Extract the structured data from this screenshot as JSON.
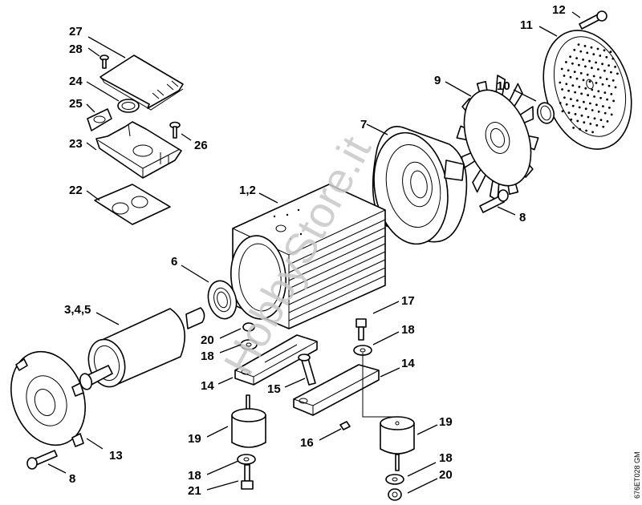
{
  "diagram": {
    "title": "Electric motor exploded parts view",
    "figure_code": "676ET028 GM",
    "watermark": "HobbyStore.it",
    "colors": {
      "line": "#000000",
      "background": "#ffffff",
      "watermark": "#c8c8c8"
    },
    "callouts": [
      {
        "id": "c27",
        "label": "27",
        "part": "terminal-box-cover"
      },
      {
        "id": "c28",
        "label": "28",
        "part": "cover-screw"
      },
      {
        "id": "c24",
        "label": "24",
        "part": "seal-ring"
      },
      {
        "id": "c25",
        "label": "25",
        "part": "terminal-block"
      },
      {
        "id": "c23",
        "label": "23",
        "part": "terminal-box"
      },
      {
        "id": "c26",
        "label": "26",
        "part": "box-screw"
      },
      {
        "id": "c22",
        "label": "22",
        "part": "box-gasket"
      },
      {
        "id": "c12",
        "label": "12",
        "part": "fan-cover-screw"
      },
      {
        "id": "c11",
        "label": "11",
        "part": "fan-cover"
      },
      {
        "id": "c9",
        "label": "9",
        "part": "fan"
      },
      {
        "id": "c10",
        "label": "10",
        "part": "circlip"
      },
      {
        "id": "c7",
        "label": "7",
        "part": "end-shield-rear"
      },
      {
        "id": "c8a",
        "label": "8",
        "part": "end-shield-screw-rear"
      },
      {
        "id": "c12b",
        "label": "1,2",
        "part": "stator-housing"
      },
      {
        "id": "c6",
        "label": "6",
        "part": "ball-bearing"
      },
      {
        "id": "c345",
        "label": "3,4,5",
        "part": "rotor"
      },
      {
        "id": "c13",
        "label": "13",
        "part": "end-shield-front"
      },
      {
        "id": "c8b",
        "label": "8",
        "part": "end-shield-screw-front"
      },
      {
        "id": "c20a",
        "label": "20",
        "part": "nut-upper"
      },
      {
        "id": "c18a",
        "label": "18",
        "part": "washer-upper-left"
      },
      {
        "id": "c14a",
        "label": "14",
        "part": "foot-left"
      },
      {
        "id": "c15",
        "label": "15",
        "part": "foot-bolt"
      },
      {
        "id": "c17",
        "label": "17",
        "part": "hex-bolt"
      },
      {
        "id": "c18b",
        "label": "18",
        "part": "washer-upper-right"
      },
      {
        "id": "c14b",
        "label": "14",
        "part": "foot-right"
      },
      {
        "id": "c16",
        "label": "16",
        "part": "spacer"
      },
      {
        "id": "c19a",
        "label": "19",
        "part": "vibration-mount-left"
      },
      {
        "id": "c18c",
        "label": "18",
        "part": "washer-lower-left"
      },
      {
        "id": "c21",
        "label": "21",
        "part": "bolt-lower"
      },
      {
        "id": "c19b",
        "label": "19",
        "part": "vibration-mount-right"
      },
      {
        "id": "c18d",
        "label": "18",
        "part": "washer-lower-right"
      },
      {
        "id": "c20b",
        "label": "20",
        "part": "nut-lower"
      }
    ]
  }
}
